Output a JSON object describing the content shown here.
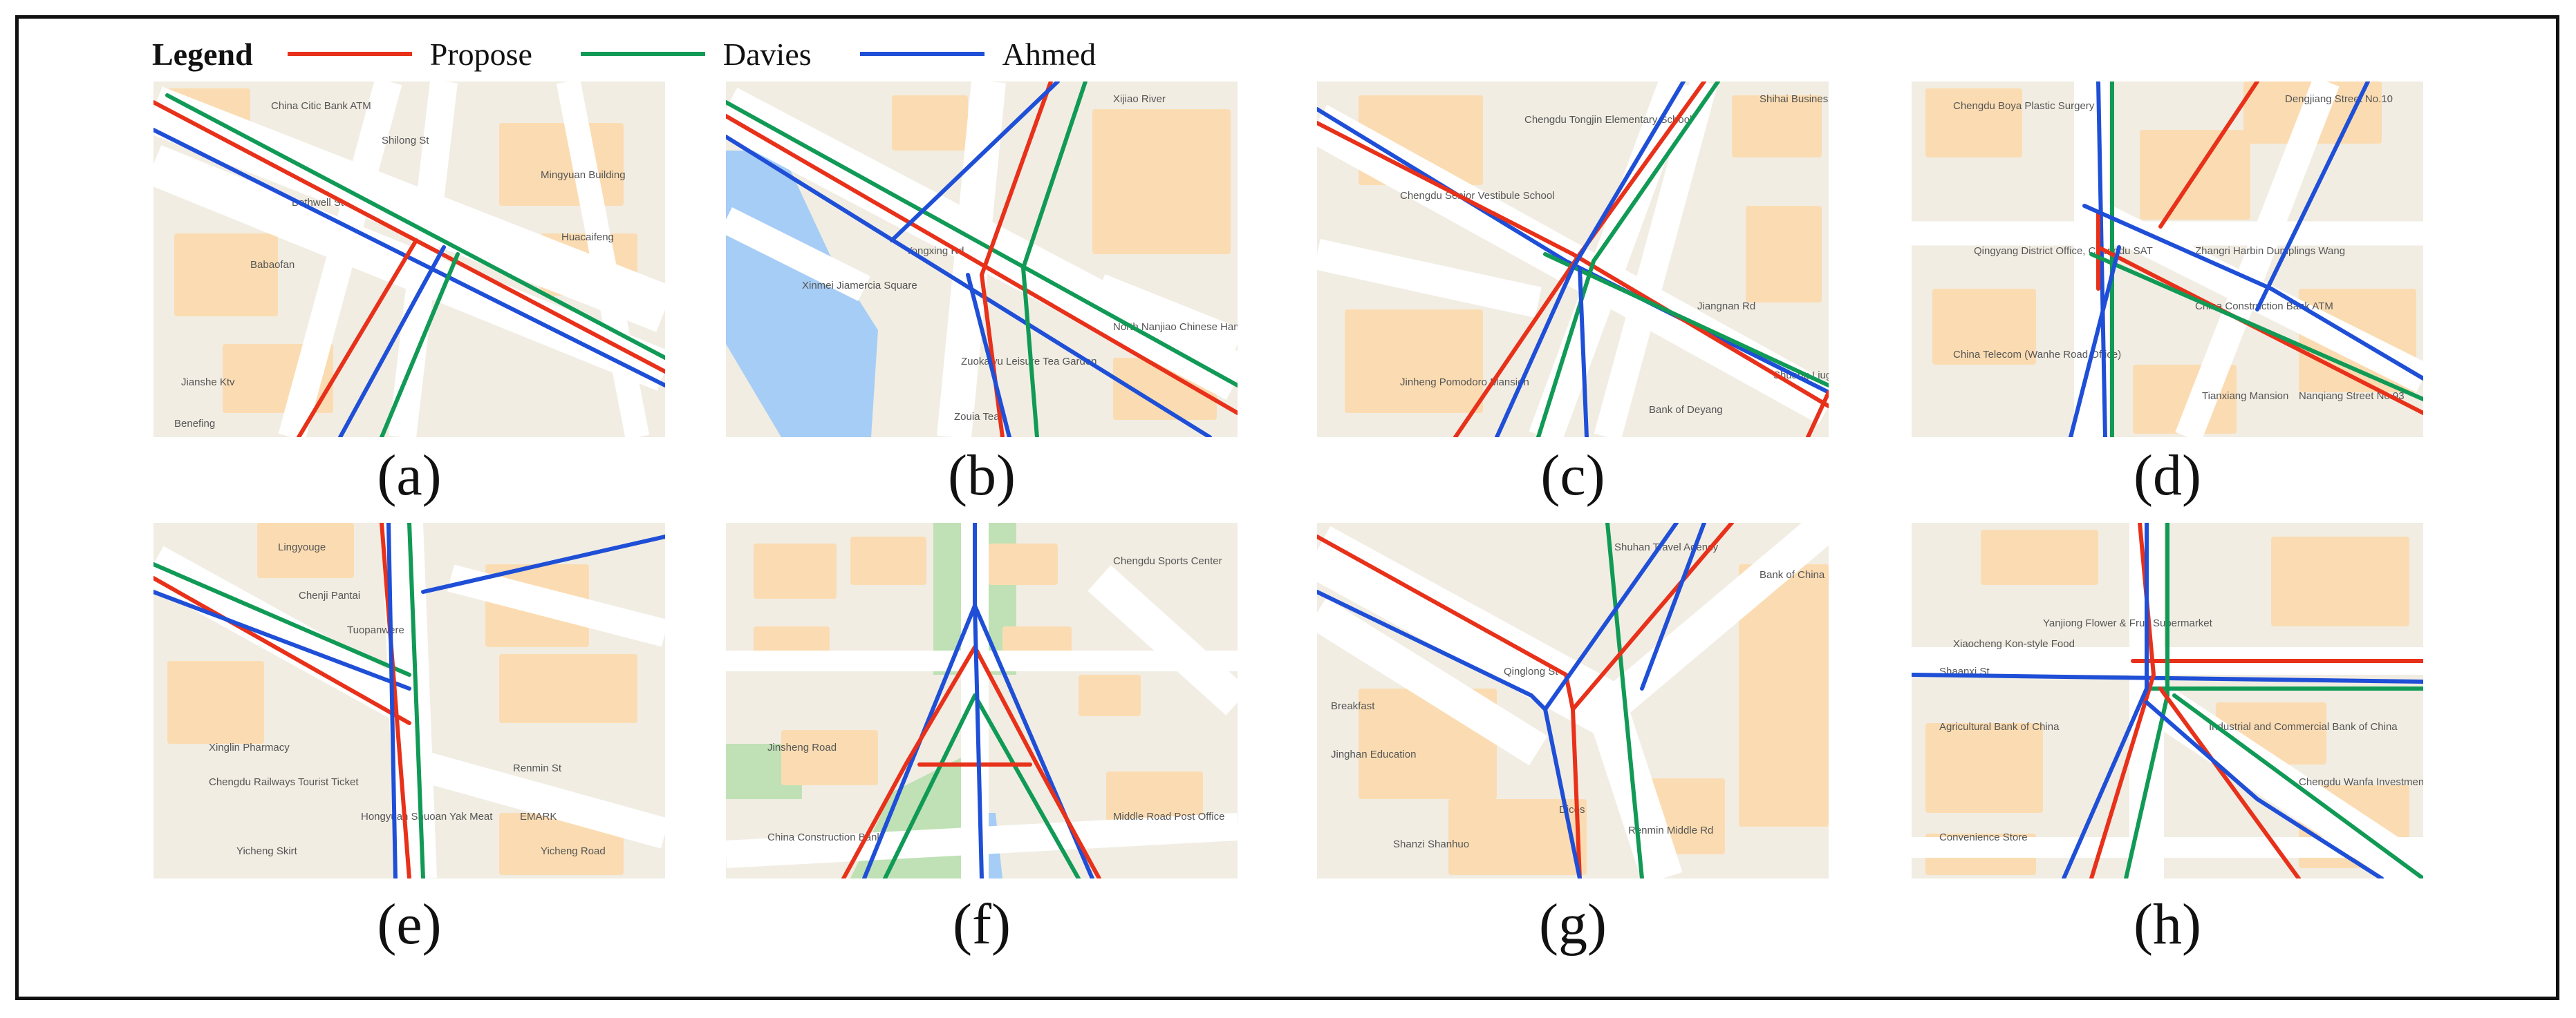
{
  "legend": {
    "title": "Legend",
    "items": [
      {
        "label": "Propose",
        "color": "#e8311a"
      },
      {
        "label": "Davies",
        "color": "#119a56"
      },
      {
        "label": "Ahmed",
        "color": "#1f4fd6"
      }
    ]
  },
  "colors": {
    "map_bg": "#f1ede3",
    "road": "#ffffff",
    "building": "#fbdcb2",
    "water": "#a6cdf5",
    "park": "#bfe1b5",
    "label": "#555555"
  },
  "panels": [
    {
      "id": "a",
      "caption": "(a)",
      "labels": [
        "China Citic Bank ATM",
        "Babaofan",
        "Jianshe Ktv",
        "Mingyuan Building",
        "Huacaifeng",
        "Benefing",
        "Bothwell St",
        "Shilong St"
      ]
    },
    {
      "id": "b",
      "caption": "(b)",
      "labels": [
        "Xijiao River",
        "Xinmei Jiamercia Square",
        "Zuokaiyu Leisure Tea Garden",
        "North Nanjiao Chinese Hamburger",
        "Zouia Tea",
        "Yongxing Rd"
      ]
    },
    {
      "id": "c",
      "caption": "(c)",
      "labels": [
        "Chengdu Tongjin Elementary School",
        "Shihai Business Building",
        "Chengdu Senior Vestibule School",
        "Jiangnan Rd",
        "Jinheng Pomodoro Mansion",
        "Bank of Deyang",
        "Shuang Liuge Inn"
      ]
    },
    {
      "id": "d",
      "caption": "(d)",
      "labels": [
        "Chengdu Boya Plastic Surgery",
        "Dengjiang Street No.10",
        "Zhangri Harbin Dumplings Wang",
        "Qingyang District Office, Chengdu SAT",
        "China Construction Bank ATM",
        "China Telecom (Wanhe Road Office)",
        "Tianxiang Mansion",
        "Nanqiang Street No.93"
      ]
    },
    {
      "id": "e",
      "caption": "(e)",
      "labels": [
        "Lingyouge",
        "Chenji Pantai",
        "Tuopanwere",
        "Xinglin Pharmacy",
        "Chengdu Railways Tourist Ticket",
        "Hongyuan Shuoan Yak Meat",
        "Yicheng Road",
        "Yicheng Skirt",
        "EMARK",
        "Renmin St"
      ]
    },
    {
      "id": "f",
      "caption": "(f)",
      "labels": [
        "Chengdu Sports Center",
        "Jinsheng Road",
        "China Construction Bank",
        "Middle Road Post Office"
      ]
    },
    {
      "id": "g",
      "caption": "(g)",
      "labels": [
        "Shuhan Travel Agency",
        "Qinglong St",
        "Breakfast",
        "Jinghan Education",
        "Dicos",
        "Shanzi Shanhuo",
        "Bank of China",
        "Renmin Middle Rd"
      ]
    },
    {
      "id": "h",
      "caption": "(h)",
      "labels": [
        "Shaanxi St",
        "Yanjiong Flower & Fruit Supermarket",
        "Agricultural Bank of China",
        "Industrial and Commercial Bank of China",
        "Chengdu Wanfa Investment Group",
        "Convenience Store",
        "Xiaocheng Kon-style Food"
      ]
    }
  ]
}
